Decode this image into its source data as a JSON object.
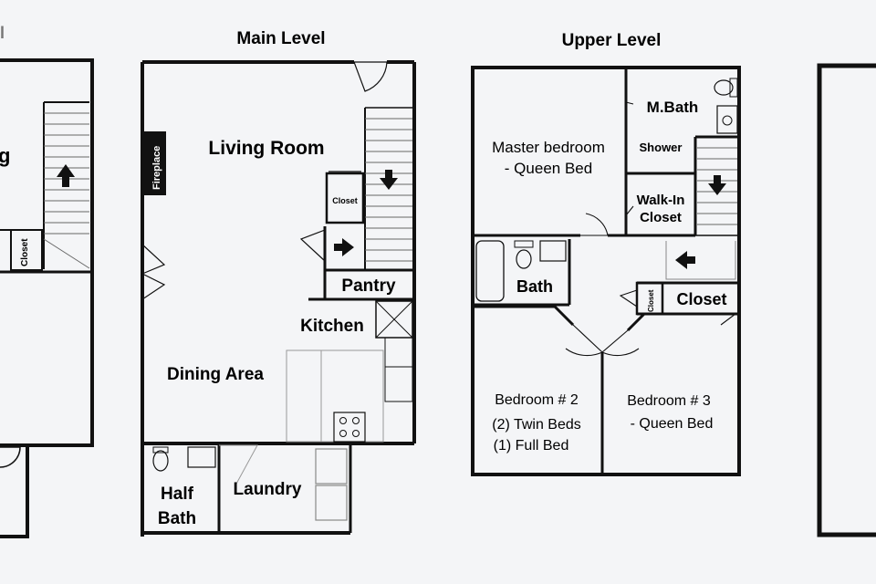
{
  "levels": {
    "main": "Main Level",
    "upper": "Upper Level"
  },
  "left_partial": {
    "room_fragment": "g",
    "closet": "Closet",
    "top_fragment": "l"
  },
  "main_level": {
    "living_room": "Living Room",
    "fireplace": "Fireplace",
    "closet": "Closet",
    "pantry": "Pantry",
    "kitchen": "Kitchen",
    "dining_area": "Dining Area",
    "half_bath_line1": "Half",
    "half_bath_line2": "Bath",
    "laundry": "Laundry"
  },
  "upper_level": {
    "master_line1": "Master bedroom",
    "master_line2": "- Queen Bed",
    "m_bath": "M.Bath",
    "shower": "Shower",
    "walk_in_line1": "Walk-In",
    "walk_in_line2": "Closet",
    "bath": "Bath",
    "closet_small": "Closet",
    "closet": "Closet",
    "bedroom2_title": "Bedroom # 2",
    "bedroom2_line1": "(2) Twin Beds",
    "bedroom2_line2": "(1)  Full Bed",
    "bedroom3_title": "Bedroom # 3",
    "bedroom3_line1": "- Queen Bed"
  }
}
